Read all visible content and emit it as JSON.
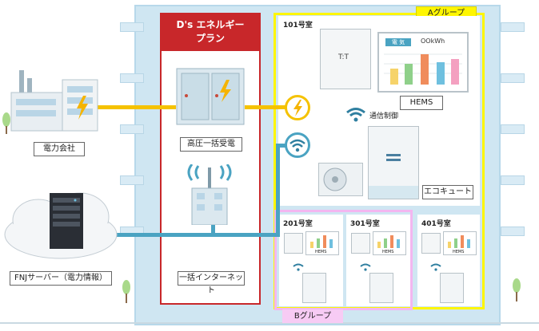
{
  "plan": {
    "title_line1": "D's エネルギー",
    "title_line2": "プラン"
  },
  "labels": {
    "power_company": "電力会社",
    "high_voltage": "高圧一括受電",
    "internet": "一括インターネット",
    "server": "FNJサーバー（電力情報）",
    "comm_control": "通信制御",
    "hems": "HEMS",
    "ecocute": "エコキュート"
  },
  "rooms": {
    "r101": "101号室",
    "r201": "201号室",
    "r301": "301号室",
    "r401": "401号室"
  },
  "groups": {
    "a": "Aグループ",
    "b": "Bグループ"
  },
  "hems_panel": {
    "tab1": "電 気",
    "tab2": "OOkWh",
    "mini": "HEMS",
    "meter_text": "T:T"
  },
  "colors": {
    "building": "#cfe6f2",
    "plan_red": "#c8272a",
    "group_a": "#fff600",
    "group_b": "#f3b6f0",
    "line_blue": "#4aa3c2",
    "line_yellow": "#f5c200"
  }
}
